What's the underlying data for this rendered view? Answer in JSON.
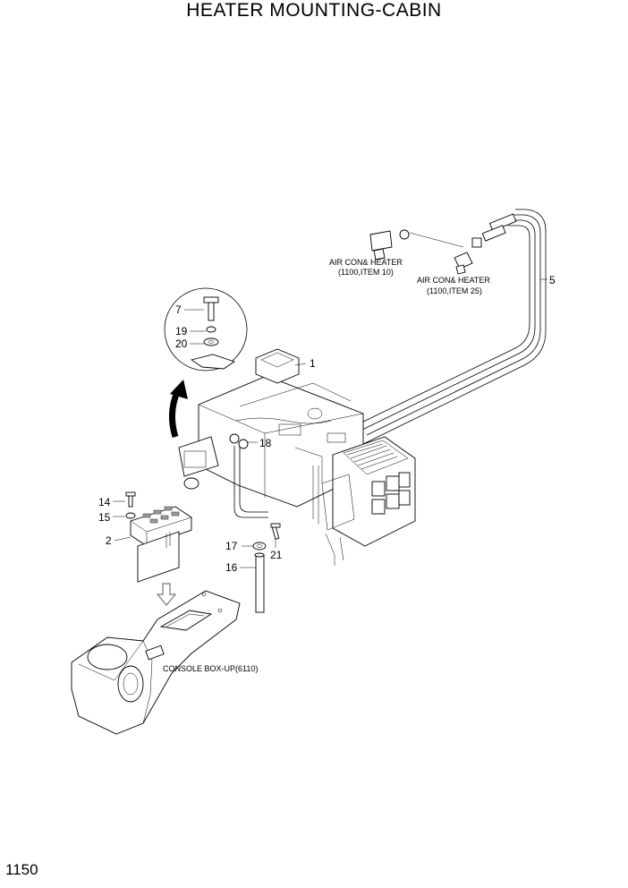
{
  "title": "HEATER MOUNTING-CABIN",
  "page_number": "1150",
  "notes": {
    "aircon_left_line1": "AIR CON& HEATER",
    "aircon_left_line2": "(1100,ITEM 10)",
    "aircon_right_line1": "AIR CON& HEATER",
    "aircon_right_line2": "(1100,ITEM 25)",
    "console": "CONSOLE BOX-UP(6110)"
  },
  "callouts": {
    "c1": "1",
    "c2": "2",
    "c5": "5",
    "c7": "7",
    "c14": "14",
    "c15": "15",
    "c16": "16",
    "c17": "17",
    "c18": "18",
    "c19": "19",
    "c20": "20",
    "c21": "21"
  }
}
